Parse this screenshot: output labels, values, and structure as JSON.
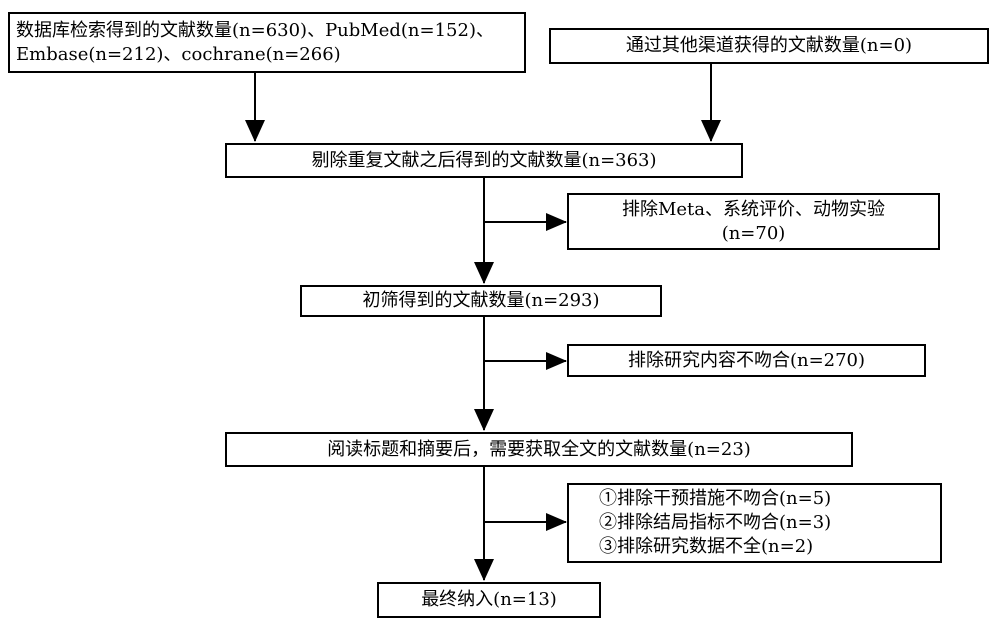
{
  "boxes": {
    "database": {
      "line1": "数据库检索得到的文献数量(n=630)、PubMed(n=152)、",
      "line2": "Embase(n=212)、cochrane(n=266)"
    },
    "other_sources": "通过其他渠道获得的文献数量(n=0)",
    "after_dedup": "剔除重复文献之后得到的文献数量(n=363)",
    "excluded_meta": {
      "line1": "排除Meta、系统评价、动物实验",
      "line2": "(n=70)"
    },
    "initial_screen": "初筛得到的文献数量(n=293)",
    "excluded_content": "排除研究内容不吻合(n=270)",
    "full_text": "阅读标题和摘要后，需要获取全文的文献数量(n=23)",
    "excluded_fulltext": {
      "line1": "①排除干预措施不吻合(n=5)",
      "line2": "②排除结局指标不吻合(n=3)",
      "line3": "③排除研究数据不全(n=2)"
    },
    "final_included": "最终纳入(n=13)"
  }
}
